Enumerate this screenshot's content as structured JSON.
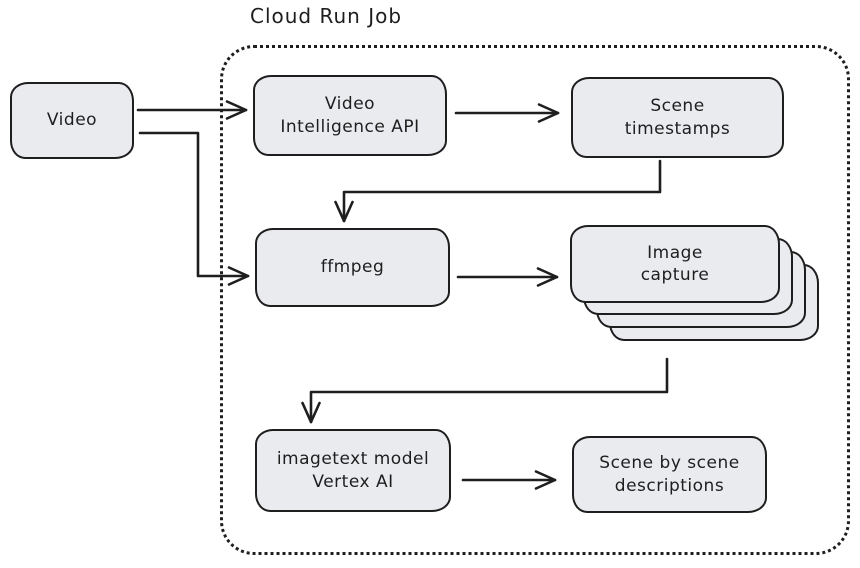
{
  "diagram": {
    "type": "flowchart",
    "title": "Cloud Run Job",
    "style": "hand-drawn sketch",
    "colors": {
      "node_fill": "#e9ebee",
      "stroke": "#1e1e1e",
      "background": "#ffffff"
    },
    "group": {
      "label": "Cloud Run Job",
      "border": "dotted",
      "contains": [
        "video_intelligence_api",
        "scene_timestamps",
        "ffmpeg",
        "image_capture",
        "imagetext_model",
        "scene_descriptions"
      ]
    },
    "nodes": {
      "video": {
        "lines": [
          "Video"
        ]
      },
      "video_intelligence_api": {
        "lines": [
          "Video",
          "Intelligence API"
        ]
      },
      "scene_timestamps": {
        "lines": [
          "Scene",
          "timestamps"
        ]
      },
      "ffmpeg": {
        "lines": [
          "ffmpeg"
        ]
      },
      "image_capture": {
        "lines": [
          "Image",
          "capture"
        ],
        "stacked": true,
        "stack_count": 4
      },
      "imagetext_model": {
        "lines": [
          "imagetext model",
          "Vertex AI"
        ]
      },
      "scene_descriptions": {
        "lines": [
          "Scene by scene",
          "descriptions"
        ]
      }
    },
    "edges": [
      {
        "from": "video",
        "to": "video_intelligence_api"
      },
      {
        "from": "video",
        "to": "ffmpeg"
      },
      {
        "from": "video_intelligence_api",
        "to": "scene_timestamps"
      },
      {
        "from": "scene_timestamps",
        "to": "ffmpeg"
      },
      {
        "from": "ffmpeg",
        "to": "image_capture"
      },
      {
        "from": "image_capture",
        "to": "imagetext_model"
      },
      {
        "from": "imagetext_model",
        "to": "scene_descriptions"
      }
    ]
  }
}
